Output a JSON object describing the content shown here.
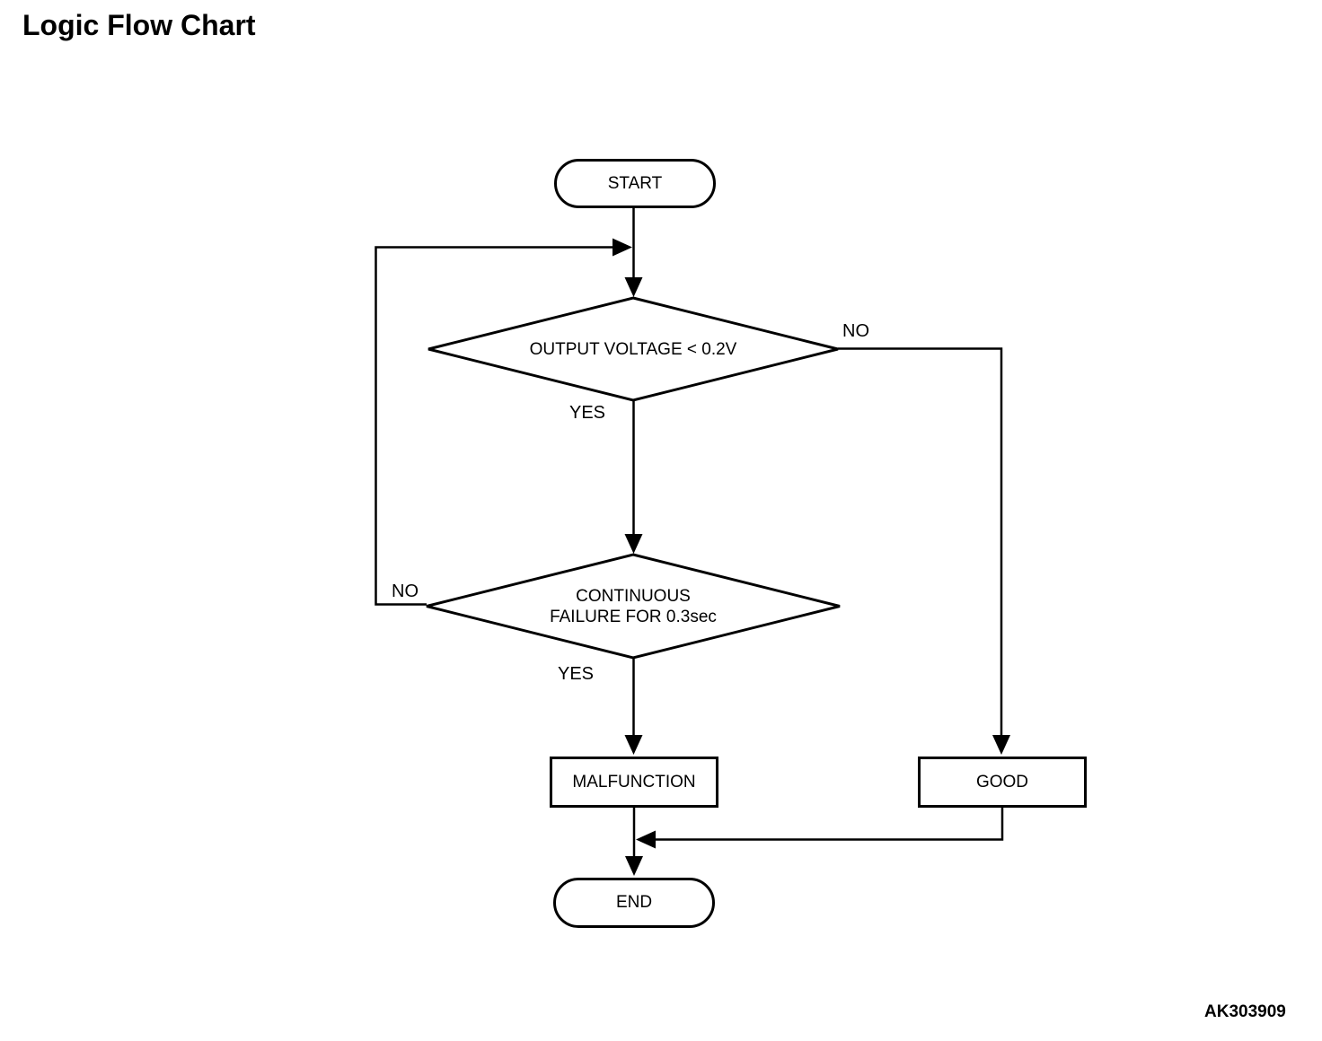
{
  "title": "Logic Flow Chart",
  "figure_code": "AK303909",
  "flowchart": {
    "start": {
      "label": "START"
    },
    "decision_output_voltage": {
      "label": "OUTPUT VOLTAGE < 0.2V",
      "no_label": "NO",
      "yes_label": "YES"
    },
    "decision_continuous_failure": {
      "label_line1": "CONTINUOUS",
      "label_line2": "FAILURE FOR 0.3sec",
      "no_label": "NO",
      "yes_label": "YES"
    },
    "malfunction": {
      "label": "MALFUNCTION"
    },
    "good": {
      "label": "GOOD"
    },
    "end": {
      "label": "END"
    }
  }
}
